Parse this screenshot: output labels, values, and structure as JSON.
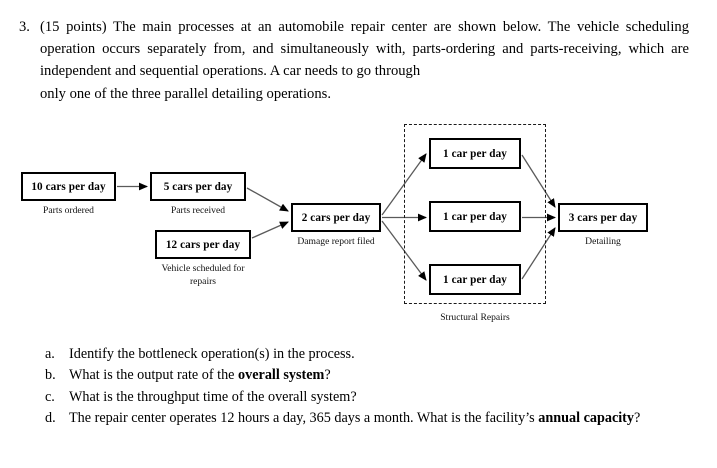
{
  "question": {
    "number": "3.",
    "body_part1": "(15 points) The main processes at an automobile repair center are shown below. The vehicle scheduling operation occurs separately from, and simultaneously with, parts-ordering and parts-receiving, which are independent and sequential operations. A car needs to go through",
    "body_part2": "only one of the three parallel detailing operations."
  },
  "diagram": {
    "nodes": {
      "parts_ordered": {
        "value": "10 cars per day",
        "caption": "Parts ordered"
      },
      "parts_received": {
        "value": "5 cars per day",
        "caption": "Parts received"
      },
      "vehicle_scheduled": {
        "value": "12 cars per day",
        "caption_line1": "Vehicle scheduled for",
        "caption_line2": "repairs"
      },
      "damage_report": {
        "value": "2 cars per day",
        "caption": "Damage report filed"
      },
      "structural_1": {
        "value": "1 car per day"
      },
      "structural_2": {
        "value": "1 car per day"
      },
      "structural_3": {
        "value": "1 car per day"
      },
      "detailing": {
        "value": "3 cars per day",
        "caption": "Detailing"
      }
    },
    "group_label": "Structural Repairs",
    "colors": {
      "box_border": "#000000",
      "dashed_border": "#1a1a1a",
      "arrow": "#3f3f3f",
      "background": "#ffffff",
      "text": "#000000"
    }
  },
  "subquestions": [
    {
      "letter": "a.",
      "text_before": "Identify the bottleneck operation(s) in the process.",
      "bold": "",
      "text_after": ""
    },
    {
      "letter": "b.",
      "text_before": "What is the output rate of the ",
      "bold": "overall system",
      "text_after": "?"
    },
    {
      "letter": "c.",
      "text_before": "What is the throughput time of the overall system?",
      "bold": "",
      "text_after": ""
    },
    {
      "letter": "d.",
      "text_before": "The repair center operates 12 hours a day, 365 days a month. What is the facility’s ",
      "bold": "annual capacity",
      "text_after": "?"
    }
  ]
}
